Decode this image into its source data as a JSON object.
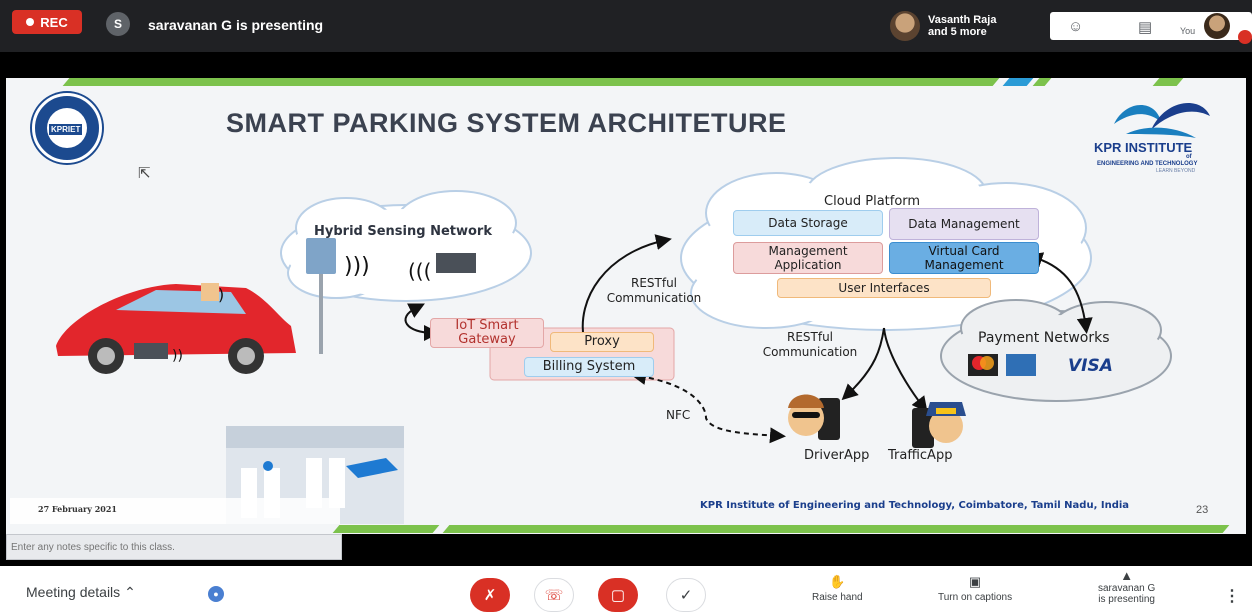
{
  "topbar": {
    "rec_label": "REC",
    "presenter_initial": "S",
    "presenter_text": "saravanan G is presenting",
    "others_text": "Vasanth Raja and 5 more",
    "you_label": "You"
  },
  "slide": {
    "title": "SMART PARKING SYSTEM ARCHITETURE",
    "left_logo_text": "KPRIET",
    "institute_name": "KPR INSTITUTE",
    "institute_of": "of",
    "institute_sub": "ENGINEERING AND TECHNOLOGY",
    "institute_tagline": "LEARN BEYOND",
    "date": "27 February 2021",
    "footer": "KPR Institute of Engineering and Technology, Coimbatore, Tamil Nadu, India",
    "page_number": "23"
  },
  "diagram": {
    "hybrid_network": "Hybrid Sensing Network",
    "cloud_platform": "Cloud Platform",
    "data_storage": "Data Storage",
    "data_management": "Data Management",
    "management_application": "Management Application",
    "virtual_card": "Virtual Card Management",
    "user_interfaces": "User Interfaces",
    "restful_1": "RESTful Communication",
    "restful_2": "RESTful Communication",
    "iot_gateway": "IoT Smart Gateway",
    "proxy": "Proxy",
    "billing": "Billing System",
    "payment_networks": "Payment Networks",
    "visa": "VISA",
    "nfc": "NFC",
    "driver_app": "DriverApp",
    "traffic_app": "TrafficApp"
  },
  "notes": {
    "placeholder": "Enter any notes specific to this class."
  },
  "bottombar": {
    "meeting_details": "Meeting details",
    "raise_hand": "Raise hand",
    "captions": "Turn on captions",
    "presenting_line1": "saravanan G",
    "presenting_line2": "is presenting"
  },
  "colors": {
    "rec": "#d93025",
    "slide_title": "#3b4250",
    "kpr_blue": "#1a3e8c",
    "strip_green": "#7cc24c",
    "strip_blue": "#2a9bd6"
  }
}
